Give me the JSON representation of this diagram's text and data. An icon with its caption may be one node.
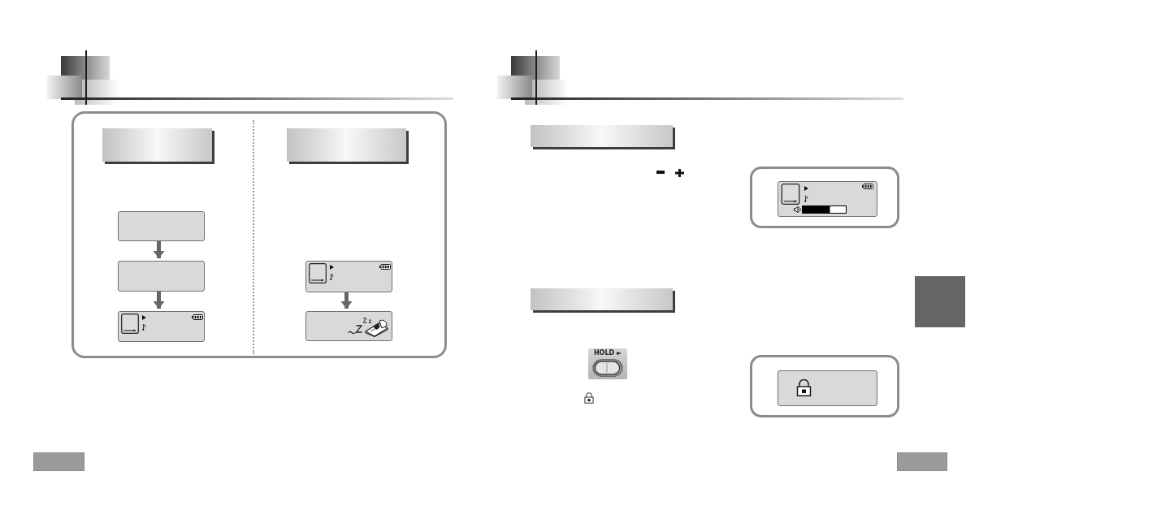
{
  "diagram": {
    "nodes": [
      {
        "text": [],
        "shape": "box"
      },
      {
        "text": [],
        "shape": "bar",
        "in": 0
      },
      {
        "text": [],
        "shape": "bar",
        "in": 0
      },
      {
        "text": [],
        "shape": "box",
        "in": 0
      },
      {
        "text": [],
        "shape": "box",
        "in": 0
      },
      {
        "text": [],
        "shape": "box",
        "in": 0
      },
      {
        "text": [],
        "shape": "box",
        "in": 0
      },
      {
        "text": [],
        "shape": "box",
        "in": 0
      },
      {
        "text": [],
        "shape": "bar"
      },
      {
        "text": [],
        "shape": "box"
      },
      {
        "text": [],
        "shape": "box",
        "in": 9
      },
      {
        "text": [],
        "shape": "bar"
      },
      {
        "text": [],
        "shape": "box"
      },
      {
        "text": [],
        "shape": "box",
        "in": 12
      }
    ],
    "edges": [
      {
        "from": 3,
        "to": 4,
        "arrow": "to"
      },
      {
        "from": 4,
        "to": 5,
        "arrow": "to"
      },
      {
        "from": 6,
        "to": 7,
        "arrow": "to"
      }
    ],
    "labels": [
      "HOLD ►"
    ]
  }
}
